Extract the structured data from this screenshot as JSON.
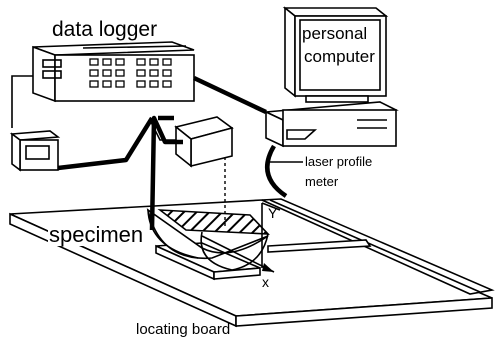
{
  "labels": {
    "data_logger": "data logger",
    "personal_computer_line1": "personal",
    "personal_computer_line2": "computer",
    "laser_profile_line1": "laser profile",
    "laser_profile_line2": "meter",
    "specimen": "specimen",
    "locating_board": "locating board",
    "axis_x": "x",
    "axis_y": "Y"
  }
}
